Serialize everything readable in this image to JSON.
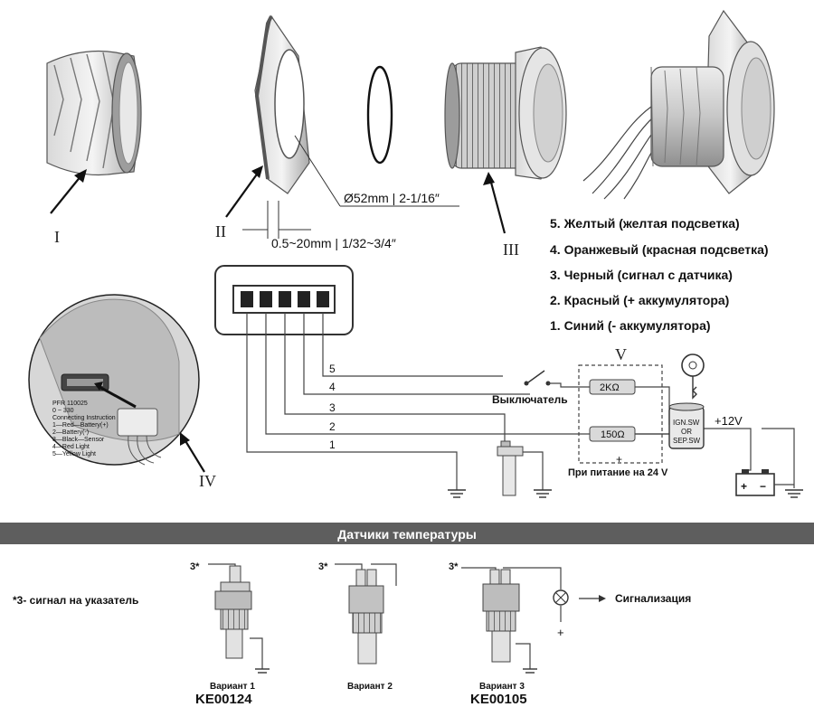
{
  "parts": {
    "labels": [
      "I",
      "II",
      "III",
      "IV",
      "V"
    ],
    "diameter": "Ø52mm | 2-1/16″",
    "thickness": "0.5~20mm | 1/32~3/4″"
  },
  "legend": [
    "5. Желтый (желтая подсветка)",
    "4. Оранжевый (красная подсветка)",
    "3. Черный (сигнал с датчика)",
    "2. Красный (+ аккумулятора)",
    "1. Синий (- аккумулятора)"
  ],
  "wiring": {
    "wire_numbers": [
      "5",
      "4",
      "3",
      "2",
      "1"
    ],
    "switch_label": "Выключатель",
    "resistor_2k": "2KΩ",
    "resistor_150": "150Ω",
    "ign_label_1": "IGN.SW",
    "ign_label_2": "OR",
    "ign_label_3": "SEP.SW",
    "voltage": "+12V",
    "note_24v": "При питание на 24 V",
    "battery_plus": "+",
    "battery_minus": "−"
  },
  "inset": {
    "lines": [
      "PFR 110025",
      "0 ~ 330",
      "Connecting Instruction",
      "1—Red—Battery(+)",
      "2—Battery(-)",
      "3—Black—Sensor",
      "4—Red Light",
      "5—Yellow Light"
    ]
  },
  "sensors": {
    "banner": "Датчики температуры",
    "note": "*3- сигнал на указатель",
    "marks": [
      "3*",
      "3*",
      "3*"
    ],
    "variant1_label": "Вариант 1",
    "variant1_code": "KE00124",
    "variant2_label": "Вариант 2",
    "variant3_label": "Вариант 3",
    "variant3_code": "KE00105",
    "alarm_label": "Сигнализация",
    "alarm_plus": "+"
  },
  "colors": {
    "banner_bg": "#5e5e5e",
    "banner_text": "#ffffff",
    "line": "#444444"
  }
}
